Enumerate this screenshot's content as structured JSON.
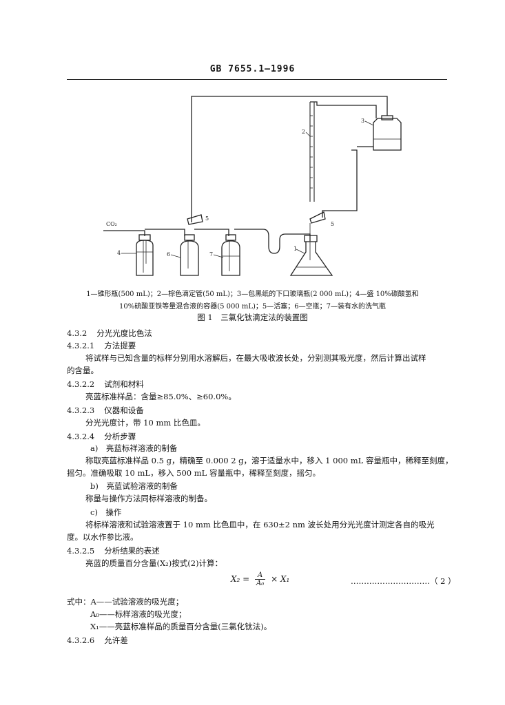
{
  "header": {
    "title": "GB 7655.1—1996"
  },
  "figure": {
    "labels": {
      "co2": "CO₂",
      "n1": "1",
      "n2": "2",
      "n3": "3",
      "n4": "4",
      "n5a": "5",
      "n5b": "5",
      "n6": "6",
      "n7": "7"
    },
    "caption_line1": "1—锥形瓶(500 mL)；2—棕色滴定管(50 mL)；3—包黑纸的下口玻璃瓶(2 000 mL)；4—盛 10%碳酸氢和",
    "caption_line2": "10%硫酸亚铁等量混合液的容器(5 000 mL)；5—活塞；6—空瓶；7—装有水的洗气瓶",
    "title": "图 1　三氯化钛滴定法的装置图"
  },
  "sections": {
    "s432": {
      "num": "4.3.2",
      "title": "分光光度比色法"
    },
    "s4321": {
      "num": "4.3.2.1",
      "title": "方法提要"
    },
    "p4321a": "将试样与已知含量的标样分别用水溶解后，在最大吸收波长处，分别测其吸光度，然后计算出试样",
    "p4321b": "的含量。",
    "s4322": {
      "num": "4.3.2.2",
      "title": "试剂和材料"
    },
    "p4322": "亮蓝标准样品：含量≥85.0%、≥60.0%。",
    "s4323": {
      "num": "4.3.2.3",
      "title": "仪器和设备"
    },
    "p4323": "分光光度计，带 10 mm 比色皿。",
    "s4324": {
      "num": "4.3.2.4",
      "title": "分析步骤"
    },
    "a_label": "a)　亮蓝标祥溶液的制备",
    "pa1": "称取亮蓝标准样品 0.5 g，精确至 0.000 2 g，溶于适量水中，移入 1 000 mL 容量瓶中，稀释至刻度，",
    "pa2": "摇匀。准确吸取 10 mL，移入 500 mL 容量瓶中，稀释至刻度，摇匀。",
    "b_label": "b)　亮蓝试验溶液的制备",
    "pb": "称量与操作方法同标样溶液的制备。",
    "c_label": "c)　操作",
    "pc1": "将标样溶液和试验溶液置于 10 mm 比色皿中，在 630±2 nm 波长处用分光光度计测定各自的吸光",
    "pc2": "度。以水作参比液。",
    "s4325": {
      "num": "4.3.2.5",
      "title": "分析结果的表述"
    },
    "p4325": "亮蓝的质量百分含量(X₂)按式(2)计算：",
    "formula": {
      "lhs": "X₂ = ",
      "num": "A",
      "den": "A₀",
      "rhs": " × X₁",
      "eqno": "…………………………（ 2 ）"
    },
    "where1": "式中：A——试验溶液的吸光度；",
    "where2": "A₀——标样溶液的吸光度；",
    "where3": "X₁——亮蓝标准样品的质量百分含量(三氯化钛法)。",
    "s4326": {
      "num": "4.3.2.6",
      "title": "允许差"
    }
  }
}
